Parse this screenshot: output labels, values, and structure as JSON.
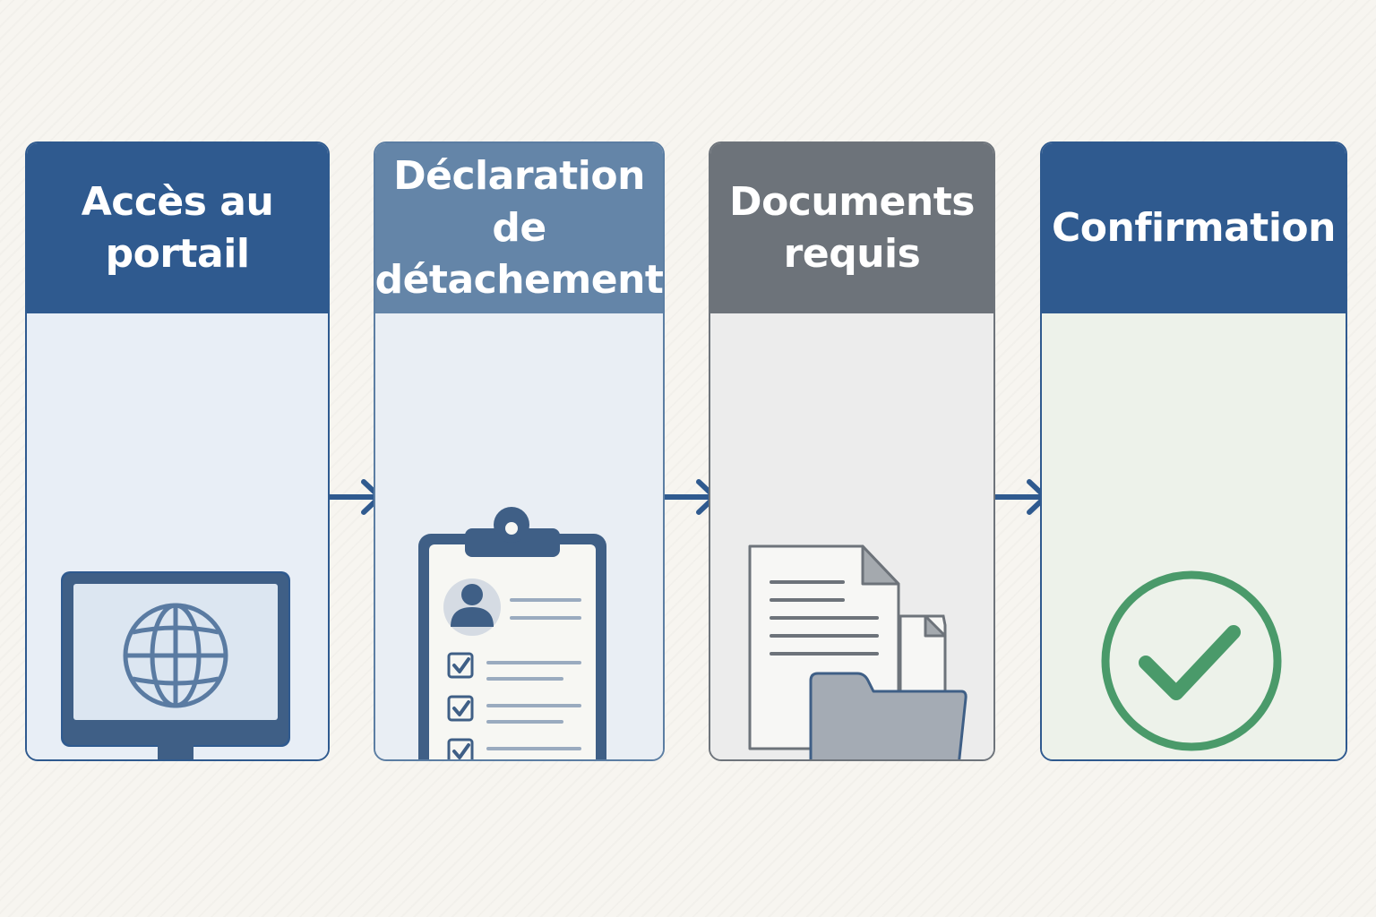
{
  "steps": [
    {
      "title_line1": "Accès au",
      "title_line2": "portail",
      "icon": "monitor-globe-icon"
    },
    {
      "title_line1": "Déclaration de",
      "title_line2": "détachement",
      "icon": "clipboard-checklist-icon"
    },
    {
      "title_line1": "Documents",
      "title_line2": "requis",
      "icon": "documents-folder-icon"
    },
    {
      "title_line1": "Confirmation",
      "title_line2": "",
      "icon": "check-circle-icon"
    }
  ],
  "colors": {
    "primary_blue": "#2f5a8f",
    "muted_blue": "#6485a8",
    "gray": "#6d737a",
    "success_green": "#4a9a6a",
    "background": "#f7f5f0"
  }
}
